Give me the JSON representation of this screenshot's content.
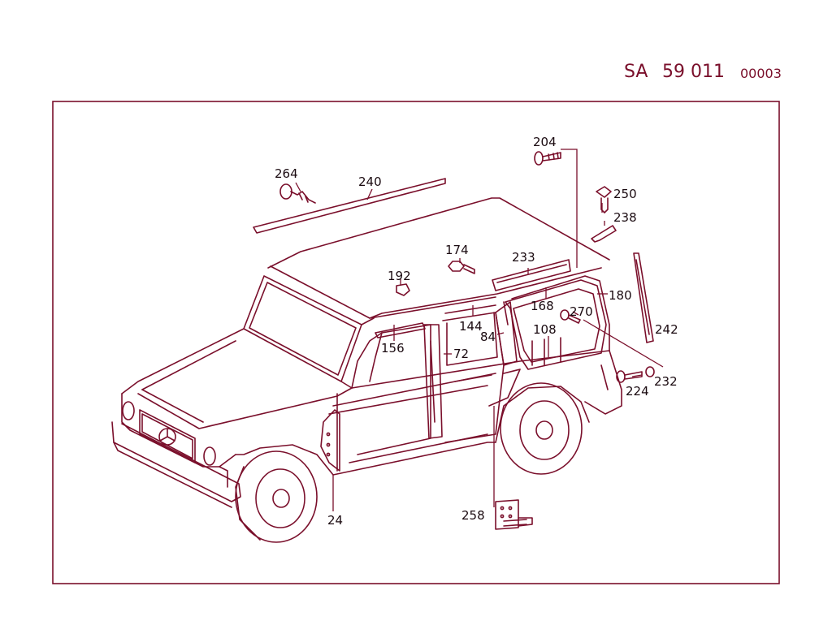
{
  "header": {
    "prefix": "SA",
    "number": "59 011",
    "code": "00003"
  },
  "colors": {
    "line": "#7a0f2b",
    "text": "#1a0a10",
    "background": "#ffffff"
  },
  "callouts": [
    "264",
    "240",
    "204",
    "250",
    "238",
    "174",
    "233",
    "192",
    "168",
    "270",
    "180",
    "144",
    "84",
    "108",
    "156",
    "72",
    "242",
    "232",
    "224",
    "24",
    "258"
  ]
}
